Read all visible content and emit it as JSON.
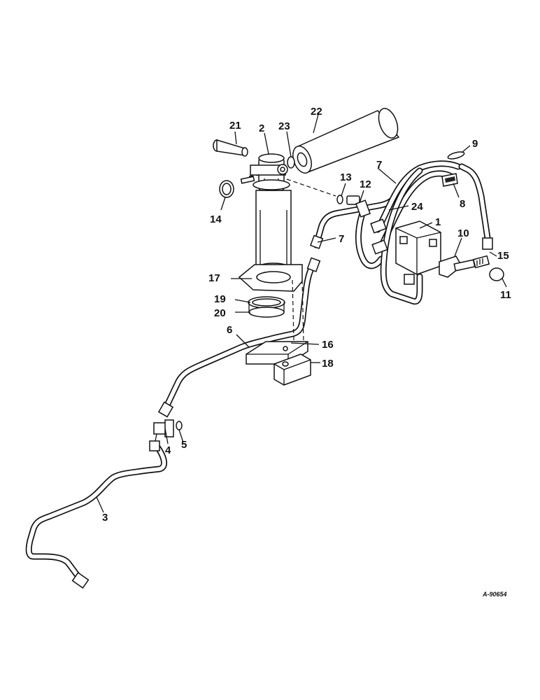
{
  "labels": {
    "l1": "1",
    "l2": "2",
    "l3": "3",
    "l4": "4",
    "l5": "5",
    "l6": "6",
    "l7a": "7",
    "l7b": "7",
    "l8": "8",
    "l9": "9",
    "l10": "10",
    "l11": "11",
    "l12": "12",
    "l13": "13",
    "l14": "14",
    "l15": "15",
    "l16": "16",
    "l17": "17",
    "l18": "18",
    "l19": "19",
    "l20": "20",
    "l21": "21",
    "l22": "22",
    "l23": "23",
    "l24": "24"
  },
  "reference": "A-90654"
}
